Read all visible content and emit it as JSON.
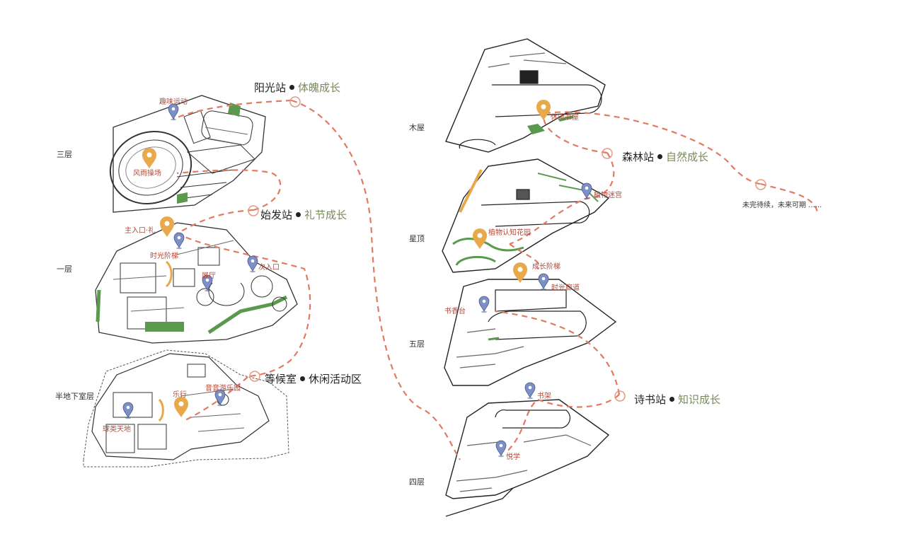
{
  "floors": {
    "f3": "三层",
    "f1": "一层",
    "b1": "半地下室层",
    "roof_wood": "木屋",
    "roof": "星顶",
    "f5": "五层",
    "f4": "四层"
  },
  "stations": [
    {
      "name": "阳光站",
      "theme": "体魄成长"
    },
    {
      "name": "始发站",
      "theme": "礼节成长"
    },
    {
      "name": "等候室",
      "theme": "休闲活动区"
    },
    {
      "name": "森林站",
      "theme": "自然成长"
    },
    {
      "name": "诗书站",
      "theme": "知识成长"
    }
  ],
  "pois": {
    "fun_sports": "趣味运动",
    "rain_field": "风雨操场",
    "main_entrance": "主入口·礼",
    "time_stairs": "时光阶梯",
    "gallery": "展厅",
    "side_entrance": "次入口",
    "ball_ground": "球类天地",
    "music_walk": "乐行",
    "music_garden": "音音游乐园",
    "leisure_wood": "休闲书屋",
    "plant_maze": "植物迷宫",
    "plant_garden": "植物认知花园",
    "growth_stairs": "成长阶梯",
    "time_corridor": "时光廊道",
    "book_stage": "书香台",
    "book_shelf": "书架",
    "reading": "悦学"
  },
  "ending_text": "未完待续，未来可期 ......",
  "colors": {
    "route": "#e27a62",
    "station_circle": "#e69a86",
    "orange_pin": "#e8a94a",
    "blue_pin": "#7d8fc7",
    "theme_text": "#7a8a5a",
    "poi_text": "#b34a3a",
    "green_planting": "#5b9a4e"
  },
  "icons": [
    "orange-location-pin-icon",
    "blue-location-pin-icon",
    "station-circle-icon"
  ]
}
